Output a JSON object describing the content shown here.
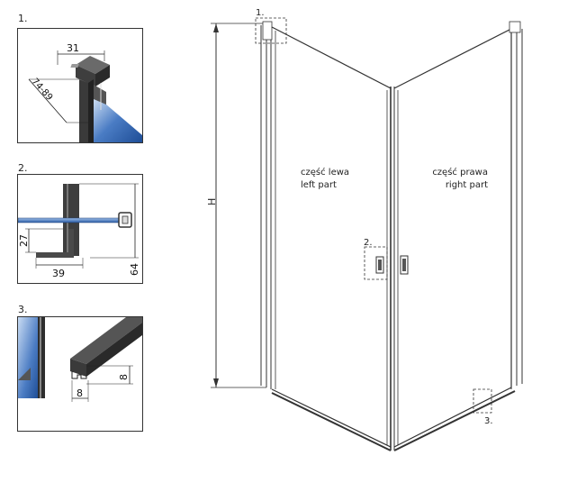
{
  "details": [
    {
      "label": "1.",
      "dims": [
        "31",
        "74-89"
      ]
    },
    {
      "label": "2.",
      "dims": [
        "27",
        "39",
        "64"
      ]
    },
    {
      "label": "3.",
      "dims": [
        "8",
        "8"
      ]
    }
  ],
  "main": {
    "height_label": "H",
    "left_part": {
      "pl": "część lewa",
      "en": "left part"
    },
    "right_part": {
      "pl": "część prawa",
      "en": "right part"
    },
    "callouts": [
      "1.",
      "2.",
      "3."
    ]
  },
  "colors": {
    "line": "#333333",
    "glass": "#3f6fb5",
    "profile": "#4a4a4a"
  }
}
